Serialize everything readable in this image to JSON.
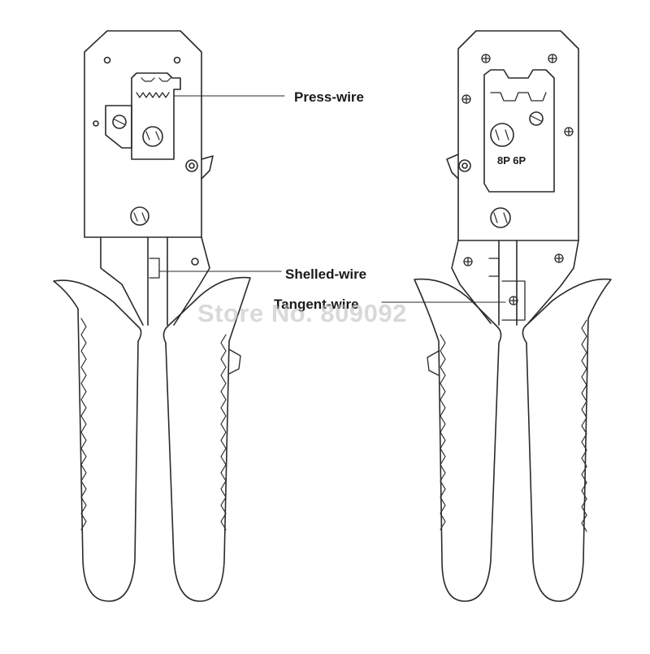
{
  "labels": {
    "press_wire": "Press-wire",
    "shelled_wire": "Shelled-wire",
    "tangent_wire": "Tangent-wire"
  },
  "die_marking": "8P 6P",
  "watermark": "Store No. 809092",
  "colors": {
    "line": "#2a2a2a",
    "background": "#ffffff",
    "watermark": "#b9b9b9"
  }
}
